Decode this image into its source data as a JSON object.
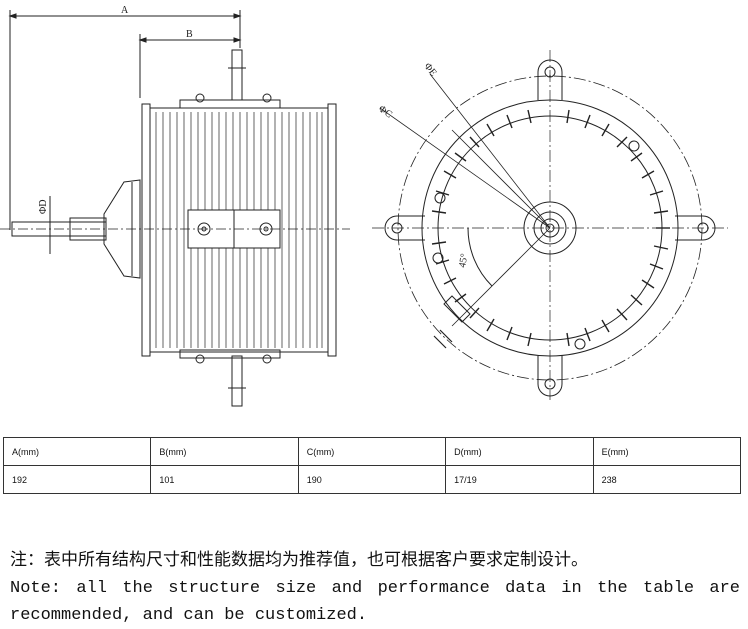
{
  "drawing": {
    "dim_a": "A",
    "dim_b": "B",
    "dim_d": "ΦD",
    "dim_e": "ΦE",
    "dim_c": "ΦC",
    "angle": "45°"
  },
  "table": {
    "headers": [
      "A(mm)",
      "B(mm)",
      "C(mm)",
      "D(mm)",
      "E(mm)"
    ],
    "values": [
      "192",
      "101",
      "190",
      "17/19",
      "238"
    ]
  },
  "note": {
    "zh": "注：表中所有结构尺寸和性能数据均为推荐值，也可根据客户要求定制设计。",
    "en": "Note: all the structure size and performance data in the table are recommended, and can be customized."
  }
}
